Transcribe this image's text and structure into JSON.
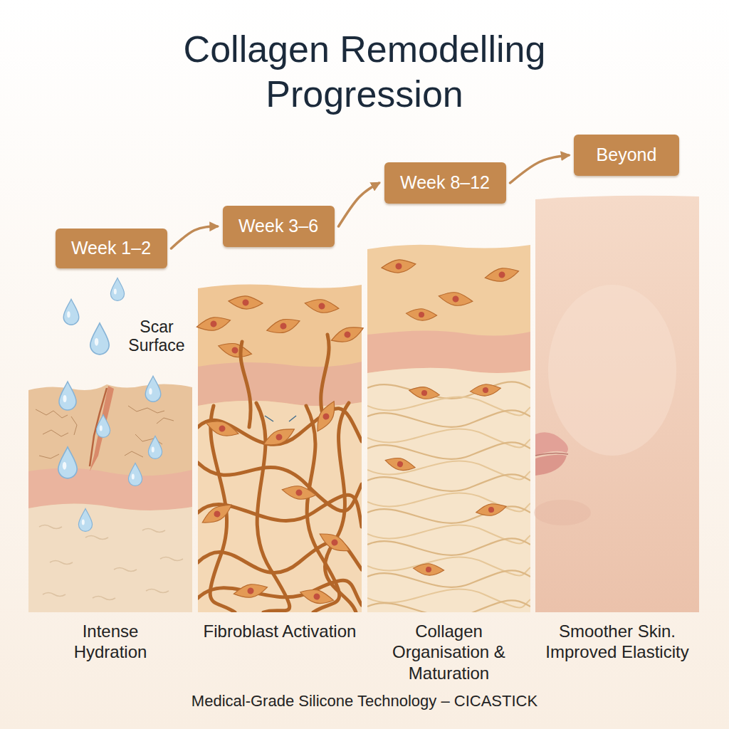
{
  "diagram": {
    "title": "Collagen Remodelling Progression",
    "caption": "Medical-Grade Silicone Technology – CICASTICK",
    "nodes": [
      {
        "text": [
          "Week 1–2"
        ]
      },
      {
        "text": [
          "Week 3–6"
        ]
      },
      {
        "text": [
          "Week 8–12"
        ]
      },
      {
        "text": [
          "Beyond"
        ]
      },
      {
        "text": [
          "Intense Hydration"
        ]
      },
      {
        "text": [
          "Fibroblast Activation"
        ]
      },
      {
        "text": [
          "Collagen Organisation & Maturation"
        ]
      },
      {
        "text": [
          "Smoother Skin. Improved Elasticity"
        ]
      }
    ],
    "edges": [
      {
        "from": 0,
        "to": 1,
        "arrow": "to"
      },
      {
        "from": 1,
        "to": 2,
        "arrow": "to"
      },
      {
        "from": 2,
        "to": 3,
        "arrow": "to"
      }
    ],
    "labels": [
      "Scar Surface"
    ]
  }
}
